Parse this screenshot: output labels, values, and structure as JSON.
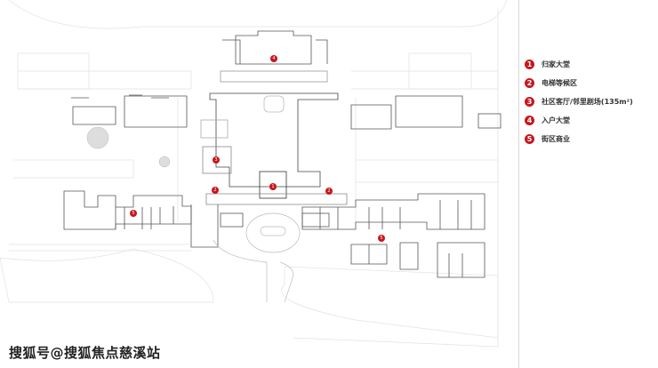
{
  "legend": {
    "items": [
      {
        "num": "1",
        "label": "归家大堂"
      },
      {
        "num": "2",
        "label": "电梯等候区"
      },
      {
        "num": "3",
        "label": "社区客厅/邻里剧场(135m²)"
      },
      {
        "num": "4",
        "label": "入户大堂"
      },
      {
        "num": "5",
        "label": "街区商业"
      }
    ]
  },
  "plan_markers": [
    "4",
    "3",
    "1",
    "2",
    "2",
    "5",
    "5"
  ],
  "watermark": "搜狐号@搜狐焦点慈溪站",
  "colors": {
    "accent": "#c8161d"
  }
}
